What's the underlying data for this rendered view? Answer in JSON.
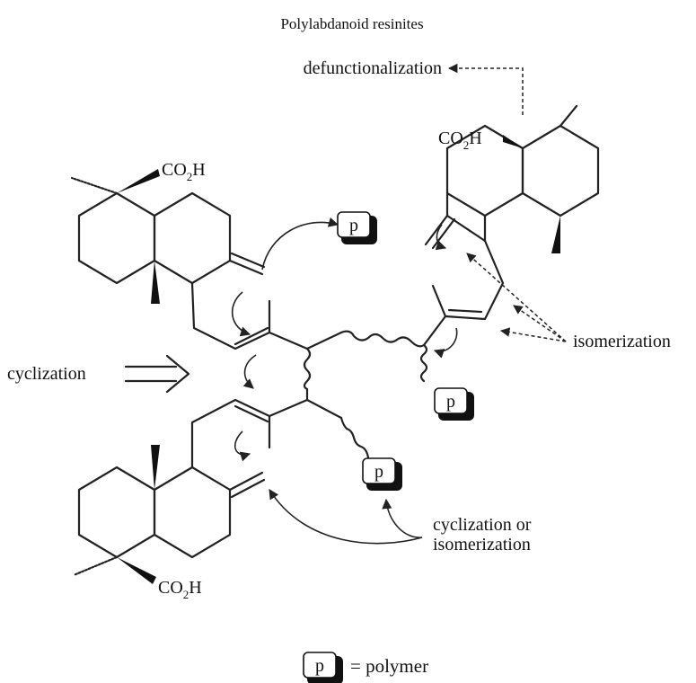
{
  "title": "Polylabdanoid resinites",
  "labels": {
    "defunctionalization": "defunctionalization",
    "isomerization": "isomerization",
    "cyclization": "cyclization",
    "cyclization_or_isomerization_1": "cyclization or",
    "cyclization_or_isomerization_2": "isomerization"
  },
  "groups": {
    "acid_main": "CO",
    "acid_sub": "2",
    "acid_tail": "H"
  },
  "polymer_box": "p",
  "legend": {
    "box": "p",
    "text": "= polymer"
  }
}
